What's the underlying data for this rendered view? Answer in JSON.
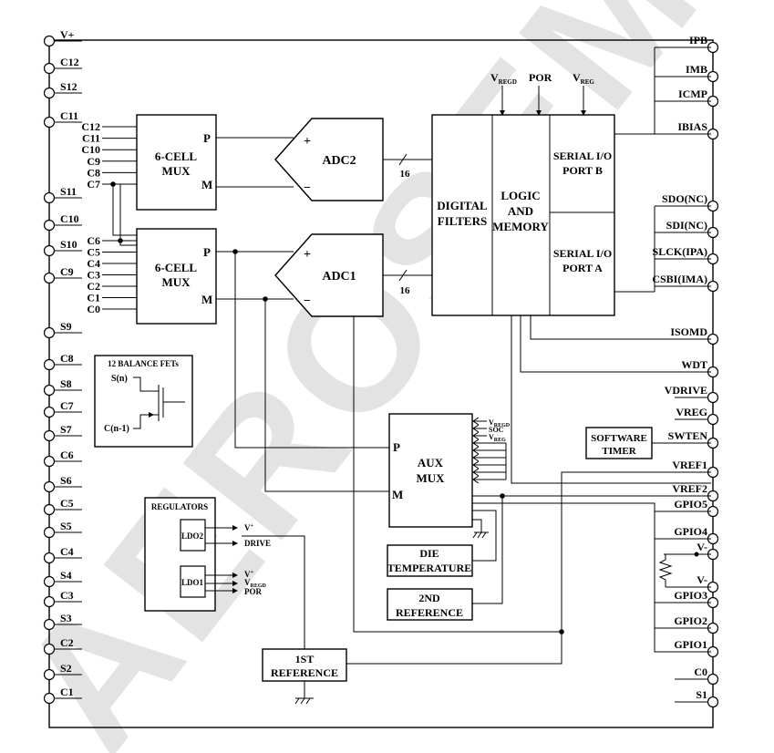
{
  "colors": {
    "line": "#000000",
    "watermark": "#e3e3e3",
    "background": "#ffffff"
  },
  "watermark": "AEROSEMI",
  "left_pins": [
    {
      "label": "V+"
    },
    {
      "label": "C12"
    },
    {
      "label": "S12"
    },
    {
      "label": "C11"
    },
    {
      "label": "S11"
    },
    {
      "label": "C10"
    },
    {
      "label": "S10"
    },
    {
      "label": "C9"
    },
    {
      "label": "S9"
    },
    {
      "label": "C8"
    },
    {
      "label": "S8"
    },
    {
      "label": "C7"
    },
    {
      "label": "S7"
    },
    {
      "label": "C6"
    },
    {
      "label": "S6"
    },
    {
      "label": "C5"
    },
    {
      "label": "S5"
    },
    {
      "label": "C4"
    },
    {
      "label": "S4"
    },
    {
      "label": "C3"
    },
    {
      "label": "S3"
    },
    {
      "label": "C2"
    },
    {
      "label": "S2"
    },
    {
      "label": "C1"
    }
  ],
  "right_pins": [
    {
      "label": "IPB"
    },
    {
      "label": "IMB"
    },
    {
      "label": "ICMP"
    },
    {
      "label": "IBIAS"
    },
    {
      "label": "SDO(NC)"
    },
    {
      "label": "SDI(NC)"
    },
    {
      "label": "SLCK(IPA)"
    },
    {
      "label": "CSBI(IMA)"
    },
    {
      "label": "ISOMD"
    },
    {
      "label": "WDT"
    },
    {
      "label": "VDRIVE"
    },
    {
      "label": "VREG"
    },
    {
      "label": "SWTEN"
    },
    {
      "label": "VREF1"
    },
    {
      "label": "VREF2"
    },
    {
      "label": "GPIO5"
    },
    {
      "label": "GPIO4"
    },
    {
      "label": "V-"
    },
    {
      "label": "V-"
    },
    {
      "label": "GPIO3"
    },
    {
      "label": "GPIO2"
    },
    {
      "label": "GPIO1"
    },
    {
      "label": "C0"
    },
    {
      "label": "S1"
    }
  ],
  "mux_top": {
    "name": "6-CELL MUX",
    "line1": "6-CELL",
    "line2": "MUX",
    "p": "P",
    "m": "M",
    "inputs": [
      "C12",
      "C11",
      "C10",
      "C9",
      "C8",
      "C7"
    ]
  },
  "mux_bottom": {
    "name": "6-CELL MUX",
    "line1": "6-CELL",
    "line2": "MUX",
    "p": "P",
    "m": "M",
    "inputs": [
      "C6",
      "C5",
      "C4",
      "C3",
      "C2",
      "C1",
      "C0"
    ]
  },
  "adc2": {
    "label": "ADC2",
    "plus": "+",
    "minus": "−",
    "bus": "16"
  },
  "adc1": {
    "label": "ADC1",
    "plus": "+",
    "minus": "−",
    "bus": "16"
  },
  "digital": {
    "filters": [
      "DIGITAL",
      "FILTERS"
    ],
    "logic": [
      "LOGIC",
      "AND",
      "MEMORY"
    ],
    "port_b": [
      "SERIAL I/O",
      "PORT B"
    ],
    "port_a": [
      "SERIAL I/O",
      "PORT A"
    ]
  },
  "top_inputs": {
    "vregd": "V",
    "vregd_sub": "REGD",
    "por": "POR",
    "vreg": "V",
    "vreg_sub": "REG"
  },
  "aux_mux": {
    "line1": "AUX",
    "line2": "MUX",
    "p": "P",
    "m": "M",
    "in1": "V",
    "in1_sub": "REGD",
    "in2": "SOC",
    "in3": "V",
    "in3_sub": "REG"
  },
  "software_timer": [
    "SOFTWARE",
    "TIMER"
  ],
  "die_temp": [
    "DIE",
    "TEMPERATURE"
  ],
  "second_ref": [
    "2ND",
    "REFERENCE"
  ],
  "first_ref": [
    "1ST",
    "REFERENCE"
  ],
  "balance": {
    "title": "12 BALANCE FETs",
    "sn": "S(n)",
    "cn": "C(n-1)"
  },
  "regulators": {
    "title": "REGULATORS",
    "ldo2": "LDO2",
    "ldo1": "LDO1",
    "ldo2_out1": "V",
    "ldo2_out1_sup": "+",
    "ldo2_out2": "DRIVE",
    "ldo1_out1": "V",
    "ldo1_out1_sup": "+",
    "ldo1_out2": "V",
    "ldo1_out2_sub": "REGD",
    "ldo1_out3": "POR"
  }
}
